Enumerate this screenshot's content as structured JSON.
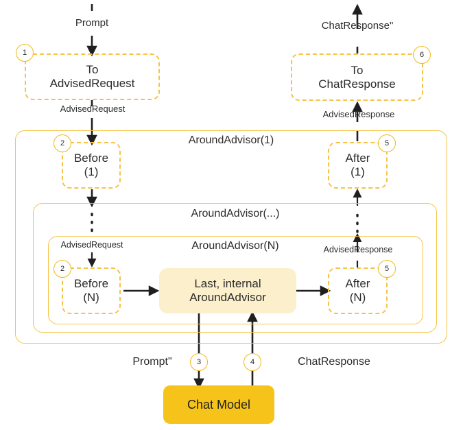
{
  "diagram": {
    "title": "Spring AI Advisor Chain Flow",
    "colors": {
      "accent": "#F6C344",
      "solid_fill": "#F5C31A",
      "cream_fill": "#FCEFCB",
      "line": "#1f1f1f",
      "text": "#2b2b2b"
    },
    "flow_labels": {
      "prompt": "Prompt",
      "chat_response_double_prime": "ChatResponse\"",
      "advised_request_top": "AdvisedRequest",
      "advised_response_top": "AdvisedResponse",
      "advised_request_inner": "AdvisedRequest",
      "advised_response_inner": "AdvisedResponse",
      "prompt_prime": "Prompt\"",
      "chat_response": "ChatResponse"
    },
    "nodes": {
      "to_advised_request": "To\nAdvisedRequest",
      "to_chat_response": "To\nChatResponse",
      "before_1": "Before\n(1)",
      "after_1": "After\n(1)",
      "before_n": "Before\n(N)",
      "after_n": "After\n(N)",
      "last_internal": "Last, internal\nAroundAdvisor",
      "chat_model": "Chat Model"
    },
    "groups": {
      "around_advisor_1": "AroundAdvisor(1)",
      "around_advisor_dots": "AroundAdvisor(...)",
      "around_advisor_n": "AroundAdvisor(N)"
    },
    "badges": {
      "b1": "1",
      "b2a": "2",
      "b2b": "2",
      "b3": "3",
      "b4": "4",
      "b5a": "5",
      "b5b": "5",
      "b6": "6"
    }
  }
}
